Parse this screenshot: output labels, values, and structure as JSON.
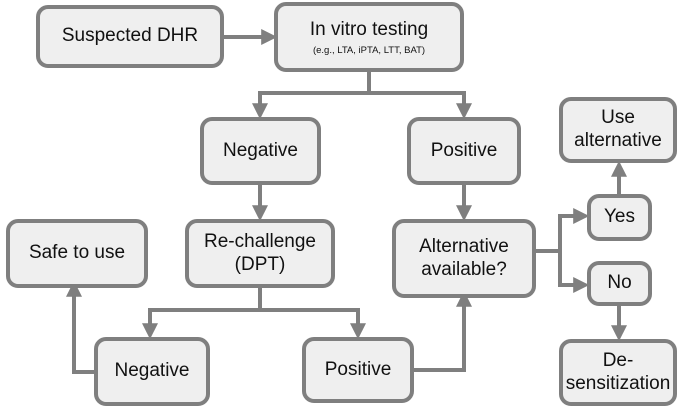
{
  "colors": {
    "box_fill": "#efefef",
    "box_border": "#7f7f7f",
    "arrow": "#7f7f7f",
    "text": "#111111"
  },
  "nodes": {
    "suspected_dhr": "Suspected DHR",
    "in_vitro": {
      "title": "In vitro testing",
      "examples": "(e.g., LTA, iPTA, LTT, BAT)"
    },
    "negative_1": "Negative",
    "positive_1": "Positive",
    "rechallenge": {
      "line1": "Re-challenge",
      "line2": "(DPT)"
    },
    "alternative": {
      "line1": "Alternative",
      "line2": "available?"
    },
    "safe_to_use": "Safe to use",
    "negative_2": "Negative",
    "positive_2": "Positive",
    "yes": "Yes",
    "no": "No",
    "use_alternative": {
      "line1": "Use",
      "line2": "alternative"
    },
    "desensitization": {
      "line1": "De-",
      "line2": "sensitization"
    }
  }
}
